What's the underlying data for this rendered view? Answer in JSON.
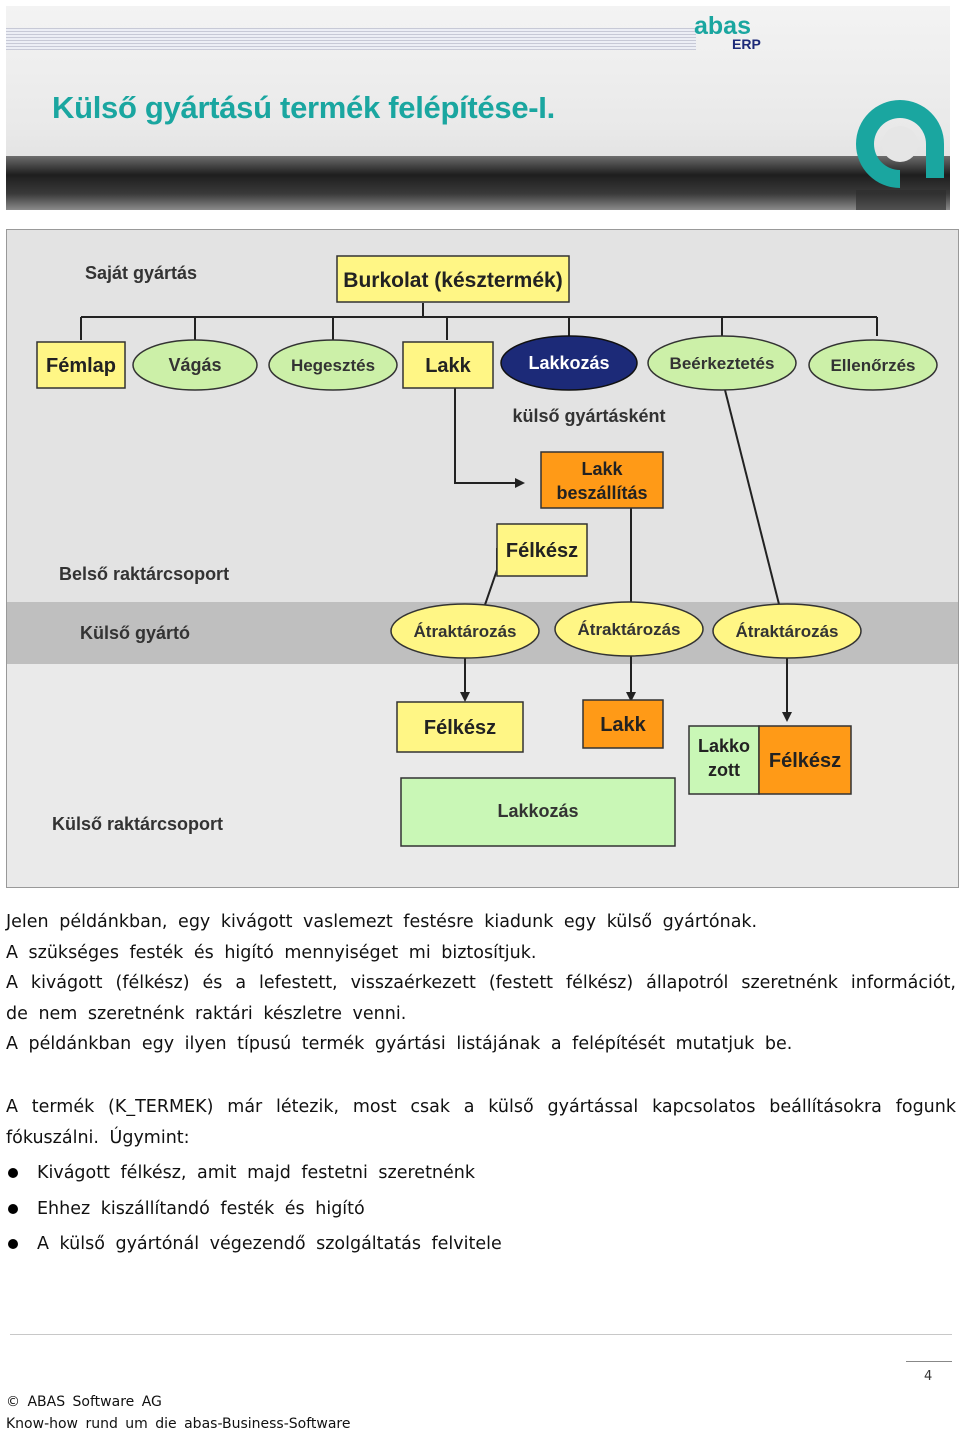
{
  "header": {
    "title": "Külső gyártású termék felépítése-I.",
    "logo_text": "abas",
    "logo_subtext": "ERP"
  },
  "diagram": {
    "section_own": "Saját gyártás",
    "section_internal": "Belső raktárcsoport",
    "section_supplier": "Külső gyártó",
    "section_external": "Külső raktárcsoport",
    "root": "Burkolat (késztermék)",
    "row1": [
      "Fémlap",
      "Vágás",
      "Hegesztés",
      "Lakk",
      "Lakkozás",
      "Beérkeztetés",
      "Ellenőrzés"
    ],
    "external_note": "külső gyártásként",
    "lakk_delivery_1": "Lakk",
    "lakk_delivery_2": "beszállítás",
    "semi_internal": "Félkész",
    "transfer": [
      "Átraktározás",
      "Átraktározás",
      "Átraktározás"
    ],
    "ext_semi": "Félkész",
    "ext_lakk": "Lakk",
    "lacquered_1": "Lakko",
    "lacquered_2": "zott",
    "ext_semi_2": "Félkész",
    "ext_process": "Lakkozás"
  },
  "body": {
    "p1_l1": "Jelen példánkban, egy kivágott vaslemezt festésre kiadunk egy külső gyártónak.",
    "p1_l2": "A szükséges festék és higító mennyiséget mi biztosítjuk.",
    "p1_l3": "A kivágott (félkész) és a lefestett, visszaérkezett (festett félkész) állapotról szeretnénk információt, de nem szeretnénk raktári készletre venni.",
    "p1_l4": "A példánkban egy ilyen típusú termék gyártási listájának a felépítését mutatjuk be.",
    "p2_pre": "A termék (",
    "p2_code": "K_TERMEK",
    "p2_post": ") már létezik,  most csak a külső gyártással kapcsolatos beállításokra fogunk fókuszálni. Úgymint:",
    "bullets": [
      "Kivágott félkész, amit majd festetni szeretnénk",
      "Ehhez kiszállítandó festék és higító",
      "A külső gyártónál végezendő szolgáltatás felvitele"
    ]
  },
  "footer": {
    "page_number": "4",
    "copyright": "© ABAS Software AG",
    "tagline": "Know-how rund um die abas-Business-Software"
  },
  "colors": {
    "title_teal": "#1aa6a0",
    "box_yellow": "#fff685",
    "box_orange": "#ff9a17",
    "box_green": "#c9f7b6",
    "ellipse_green": "#ccf0a8",
    "ellipse_navy": "#1c2a78"
  }
}
